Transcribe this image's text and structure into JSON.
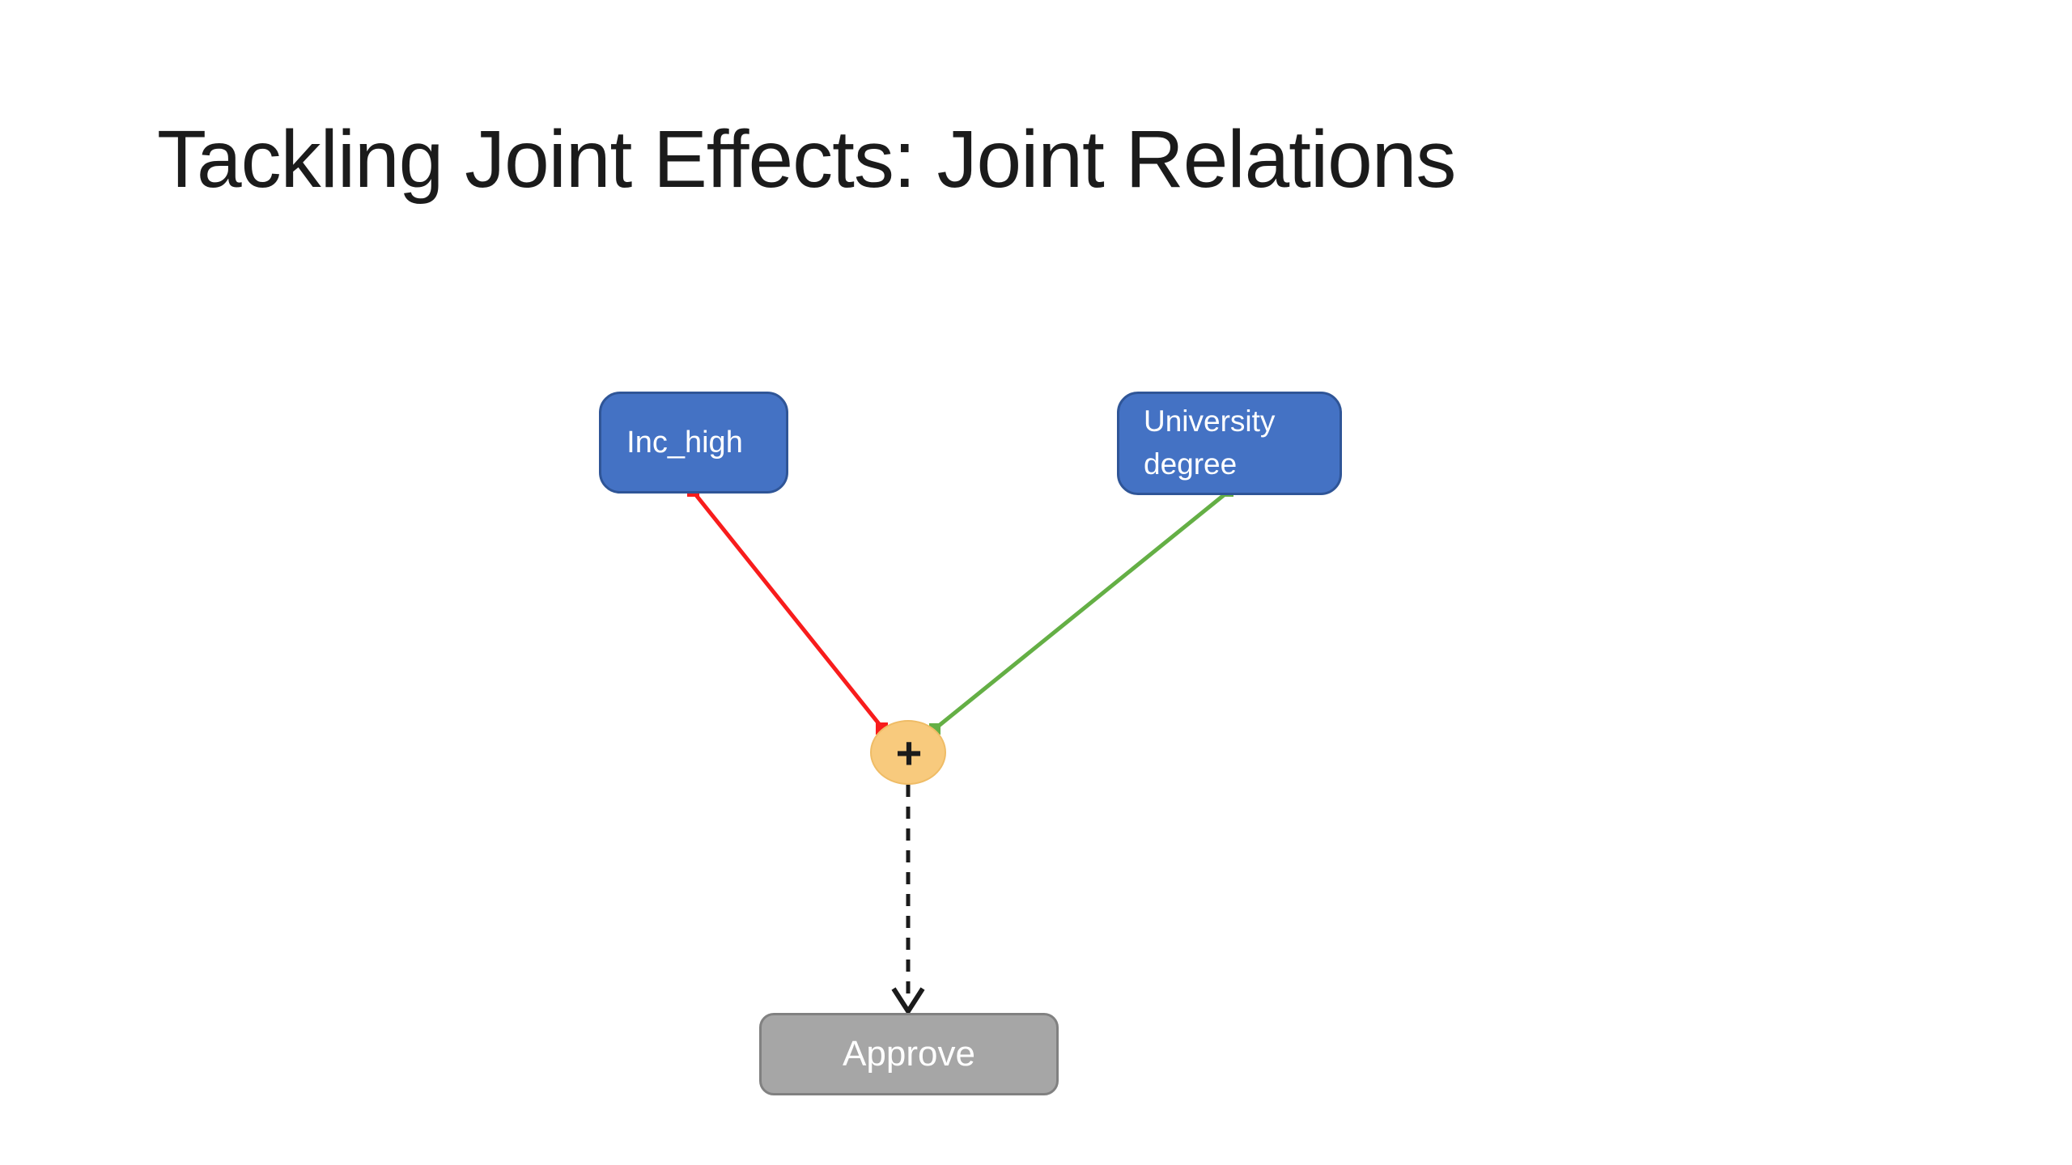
{
  "slide": {
    "title": "Tackling Joint Effects: Joint Relations",
    "background": "#FFFFFF"
  },
  "diagram": {
    "nodes": [
      {
        "id": "inc_high",
        "label": "Inc_high",
        "type": "cause-box",
        "fill": "#4472C4",
        "border": "#2F5597",
        "text_color": "#FFFFFF"
      },
      {
        "id": "university_degree",
        "label": "University degree",
        "label_lines": [
          "University",
          "degree"
        ],
        "type": "cause-box",
        "fill": "#4472C4",
        "border": "#2F5597",
        "text_color": "#FFFFFF"
      },
      {
        "id": "joint_operator",
        "label": "+",
        "type": "joint-effect-circle",
        "fill": "#F8CA7D",
        "border": "#EFBC66",
        "text_color": "#1b1b1b"
      },
      {
        "id": "approve",
        "label": "Approve",
        "type": "outcome-box",
        "fill": "#A6A6A6",
        "border": "#818181",
        "text_color": "#FFFFFF"
      }
    ],
    "edges": [
      {
        "from": "inc_high",
        "to": "joint_operator",
        "color": "#F81C1C",
        "style": "solid",
        "endpoints": "square-markers"
      },
      {
        "from": "university_degree",
        "to": "joint_operator",
        "color": "#64AF45",
        "style": "solid",
        "endpoints": "square-markers"
      },
      {
        "from": "joint_operator",
        "to": "approve",
        "color": "#1b1b1b",
        "style": "dashed",
        "endpoints": "open-arrowhead"
      }
    ]
  },
  "colors": {
    "cause_blue": "#4472C4",
    "cause_blue_border": "#2F5597",
    "edge_red": "#F81C1C",
    "edge_green": "#64AF45",
    "joint_fill": "#F8CA7D",
    "joint_border": "#EFBC66",
    "outcome_gray": "#A6A6A6",
    "outcome_gray_border": "#818181",
    "dashed_black": "#1b1b1b"
  }
}
